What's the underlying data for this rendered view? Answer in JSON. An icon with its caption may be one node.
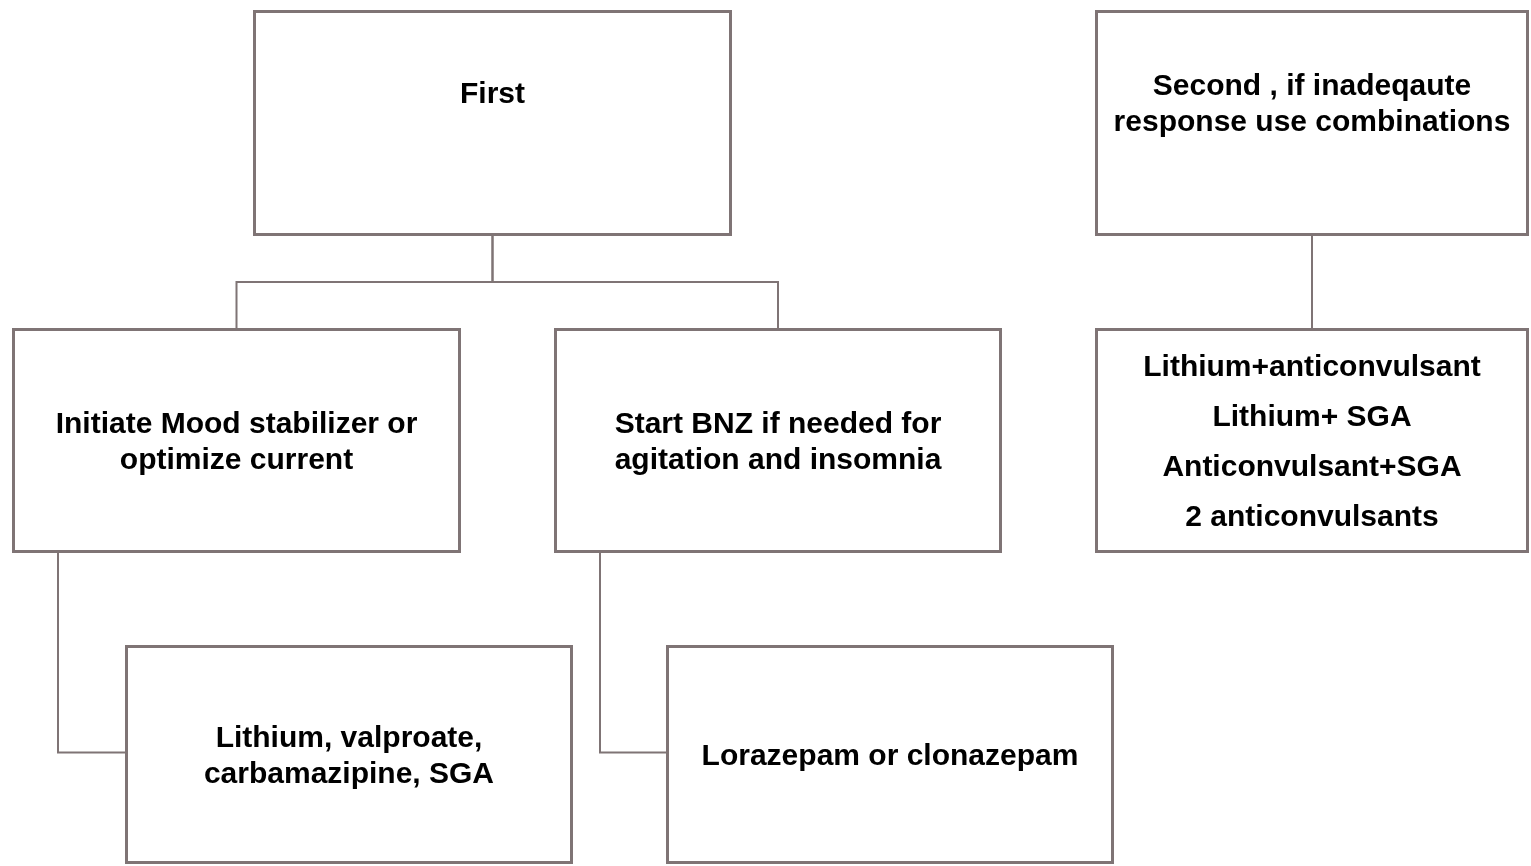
{
  "diagram": {
    "nodes": [
      {
        "text": [
          "First"
        ]
      },
      {
        "text": [
          "Second , if inadeqaute response use combinations"
        ]
      },
      {
        "text": [
          "Initiate Mood stabilizer or optimize current"
        ]
      },
      {
        "text": [
          "Start BNZ if needed for agitation and insomnia"
        ]
      },
      {
        "text": [
          "Lithium+anticonvulsant",
          "Lithium+ SGA",
          "Anticonvulsant+SGA",
          "2 anticonvulsants"
        ]
      },
      {
        "text": [
          "Lithium, valproate, carbamazipine, SGA"
        ]
      },
      {
        "text": [
          "Lorazepam or clonazepam"
        ]
      }
    ],
    "edges": [
      {
        "from": 0,
        "to": 2,
        "arrow": "none"
      },
      {
        "from": 0,
        "to": 3,
        "arrow": "none"
      },
      {
        "from": 1,
        "to": 4,
        "arrow": "none"
      },
      {
        "from": 2,
        "to": 5,
        "arrow": "none"
      },
      {
        "from": 3,
        "to": 6,
        "arrow": "none"
      }
    ]
  }
}
